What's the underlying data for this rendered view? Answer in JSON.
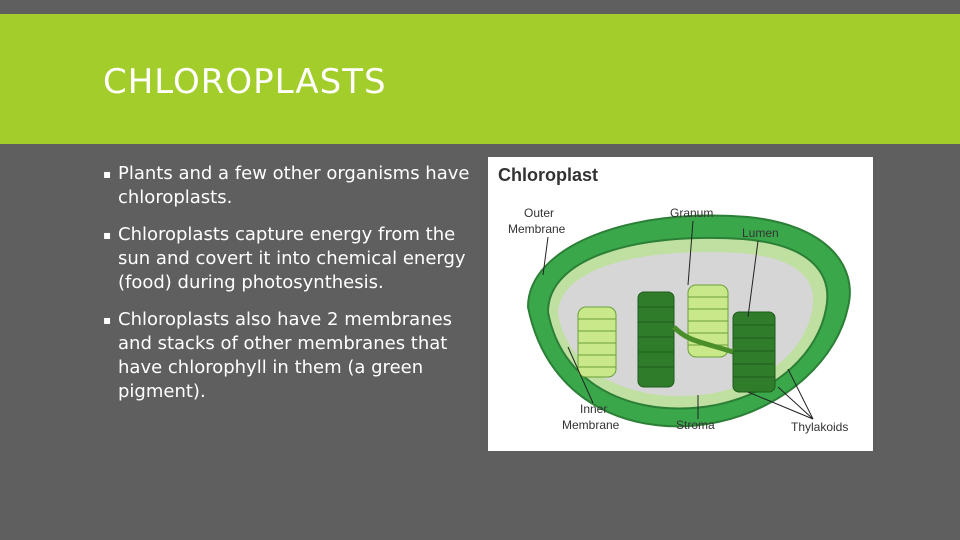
{
  "slide": {
    "title": "CHLOROPLASTS",
    "bullets": [
      "Plants and a few other organisms have chloroplasts.",
      "Chloroplasts capture energy from the sun and covert it into chemical energy (food) during photosynthesis.",
      "Chloroplasts also have 2 membranes and stacks of other membranes that have chlorophyll in them (a green pigment)."
    ]
  },
  "figure": {
    "title": "Chloroplast",
    "labels": {
      "outer_line1": "Outer",
      "outer_line2": "Membrane",
      "granum": "Granum",
      "lumen": "Lumen",
      "inner_line1": "Inner",
      "inner_line2": "Membrane",
      "stroma": "Stroma",
      "thylakoids": "Thylakoids"
    }
  },
  "colors": {
    "title_bar": "#a3cd2b",
    "background": "#5f5f5f",
    "membrane_green": "#3aa84a",
    "thylakoid_light": "#c9e88a",
    "thylakoid_dark": "#2f7d2a"
  }
}
